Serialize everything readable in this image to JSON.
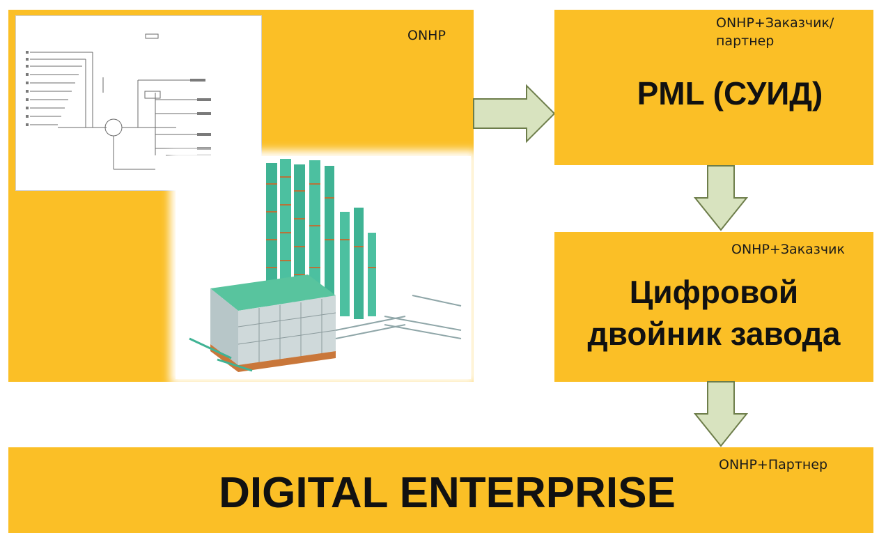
{
  "colors": {
    "box": "#fbbf26",
    "arrow_fill": "#d8e3bf",
    "arrow_stroke": "#6d7d4a"
  },
  "source_box": {
    "tag": "ONHP",
    "schematic_icon": "process-schematic-drawing",
    "model_icon": "3d-plant-model-render"
  },
  "pml_box": {
    "tag": "ONHP+Заказчик/ партнер",
    "title": "PML (СУИД)"
  },
  "twin_box": {
    "tag": "ONHP+Заказчик",
    "title_line1": "Цифровой",
    "title_line2": "двойник завода"
  },
  "enterprise_box": {
    "tag": "ONHP+Партнер",
    "title": "DIGITAL ENTERPRISE"
  }
}
